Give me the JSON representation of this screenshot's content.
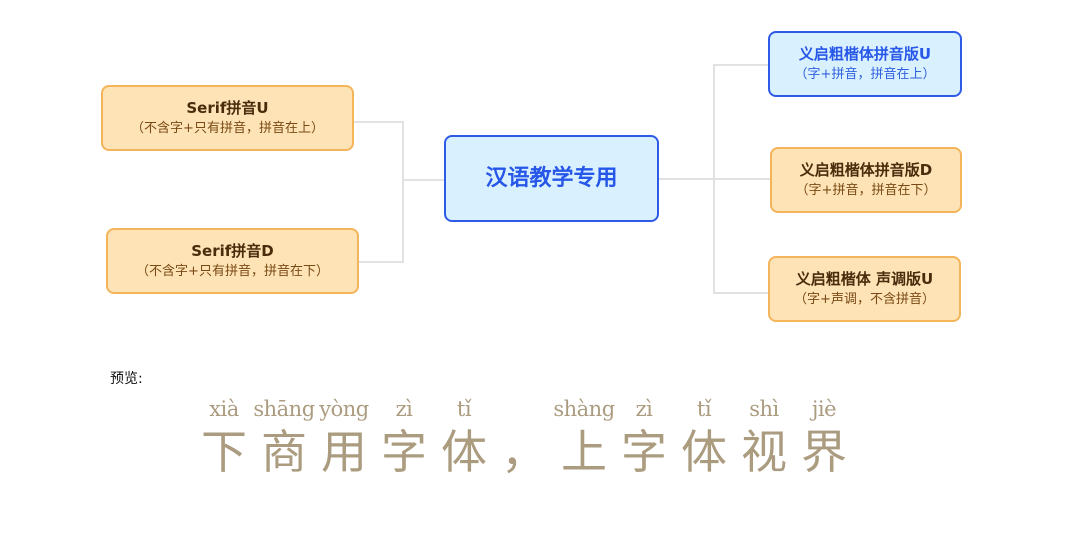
{
  "colors": {
    "orange_fill": "#fde3b6",
    "orange_border": "#f4b459",
    "blue_fill": "#d9f0ff",
    "blue_border": "#2e5be6",
    "connector": "#e2e2e2",
    "preview_text": "#ab9c80"
  },
  "center": {
    "title": "汉语教学专用"
  },
  "left_nodes": [
    {
      "title": "Serif拼音U",
      "subtitle": "（不含字+只有拼音，拼音在上）"
    },
    {
      "title": "Serif拼音D",
      "subtitle": "（不含字+只有拼音，拼音在下）"
    }
  ],
  "right_nodes": [
    {
      "title": "义启粗楷体拼音版U",
      "subtitle": "（字+拼音，拼音在上）",
      "style": "blue"
    },
    {
      "title": "义启粗楷体拼音版D",
      "subtitle": "（字+拼音，拼音在下）",
      "style": "orange"
    },
    {
      "title": "义启粗楷体 声调版U",
      "subtitle": "（字+声调，不含拼音）",
      "style": "orange"
    }
  ],
  "preview": {
    "label": "预览:",
    "chars": [
      {
        "pinyin": "xià",
        "hanzi": "下"
      },
      {
        "pinyin": "shāng",
        "hanzi": "商"
      },
      {
        "pinyin": "yòng",
        "hanzi": "用"
      },
      {
        "pinyin": "zì",
        "hanzi": "字"
      },
      {
        "pinyin": "tǐ",
        "hanzi": "体"
      },
      {
        "pinyin": "",
        "hanzi": "，"
      },
      {
        "pinyin": "shàng",
        "hanzi": "上"
      },
      {
        "pinyin": "zì",
        "hanzi": "字"
      },
      {
        "pinyin": "tǐ",
        "hanzi": "体"
      },
      {
        "pinyin": "shì",
        "hanzi": "视"
      },
      {
        "pinyin": "jiè",
        "hanzi": "界"
      }
    ]
  }
}
